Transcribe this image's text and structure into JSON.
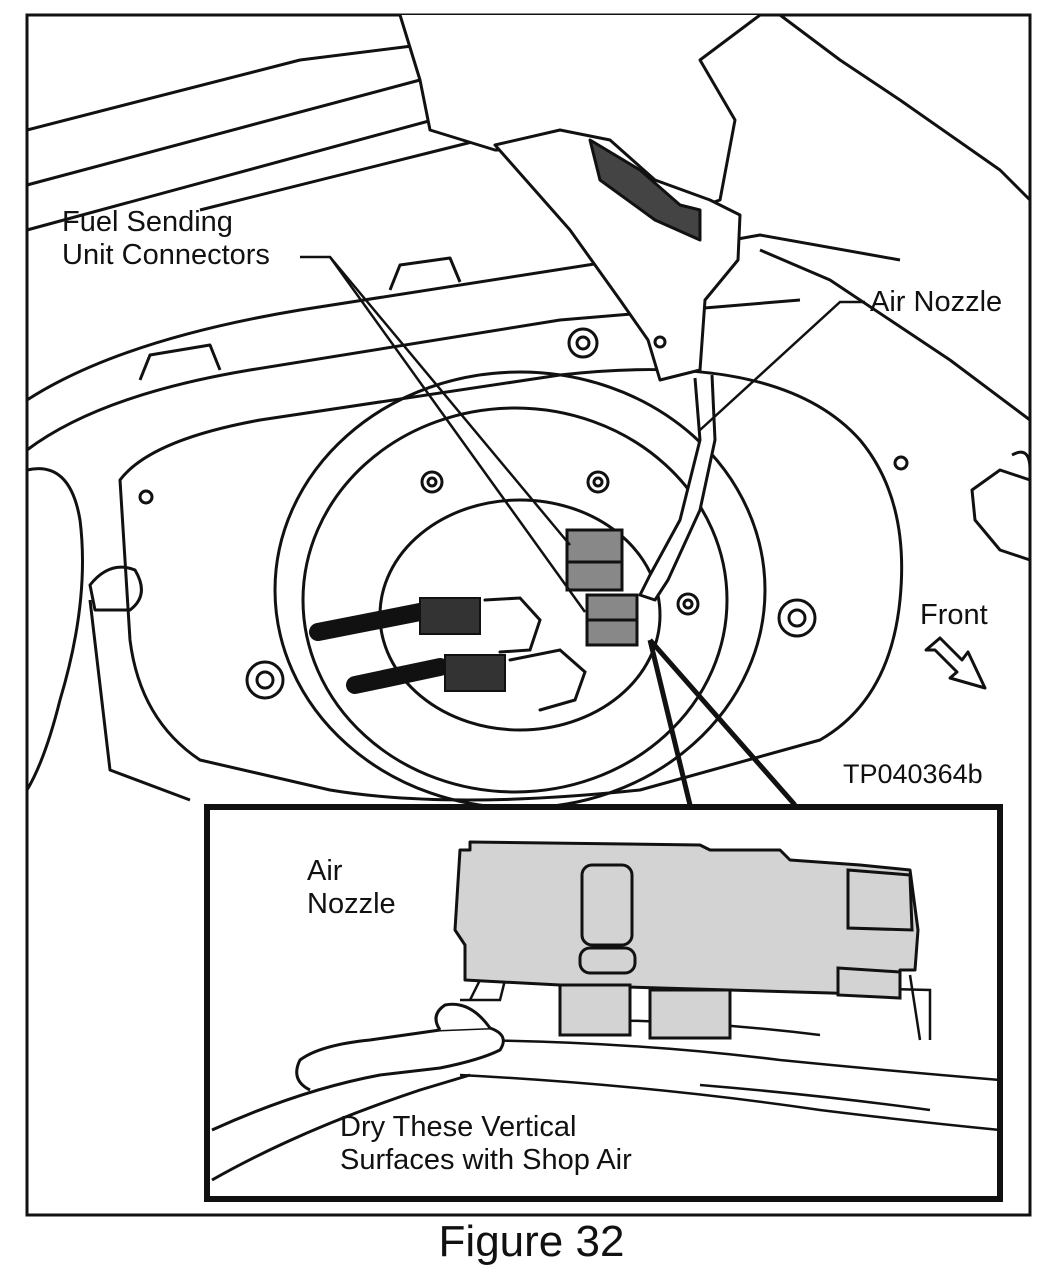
{
  "labels": {
    "fuel_sending_line1": "Fuel Sending",
    "fuel_sending_line2": "Unit Connectors",
    "air_nozzle_main": "Air Nozzle",
    "front": "Front",
    "figure_code": "TP040364b",
    "air_nozzle_inset_line1": "Air",
    "air_nozzle_inset_line2": "Nozzle",
    "dry_line1": "Dry These Vertical",
    "dry_line2": "Surfaces with Shop Air"
  },
  "caption": "Figure 32",
  "colors": {
    "line": "#111111",
    "fill_gray": "#d3d3d3",
    "background": "#ffffff"
  }
}
